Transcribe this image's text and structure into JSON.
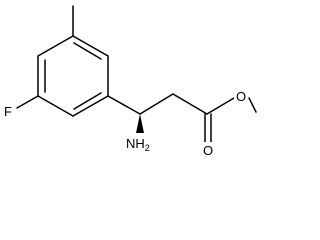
{
  "molecule": {
    "atom_labels": {
      "fluorine": "F",
      "amine": "NH2",
      "ester_oxygen": "O",
      "carbonyl_oxygen": "O"
    },
    "stereo": "wedge",
    "colors": {
      "bond": "#000000",
      "label": "#000000",
      "background": "#ffffff"
    }
  }
}
